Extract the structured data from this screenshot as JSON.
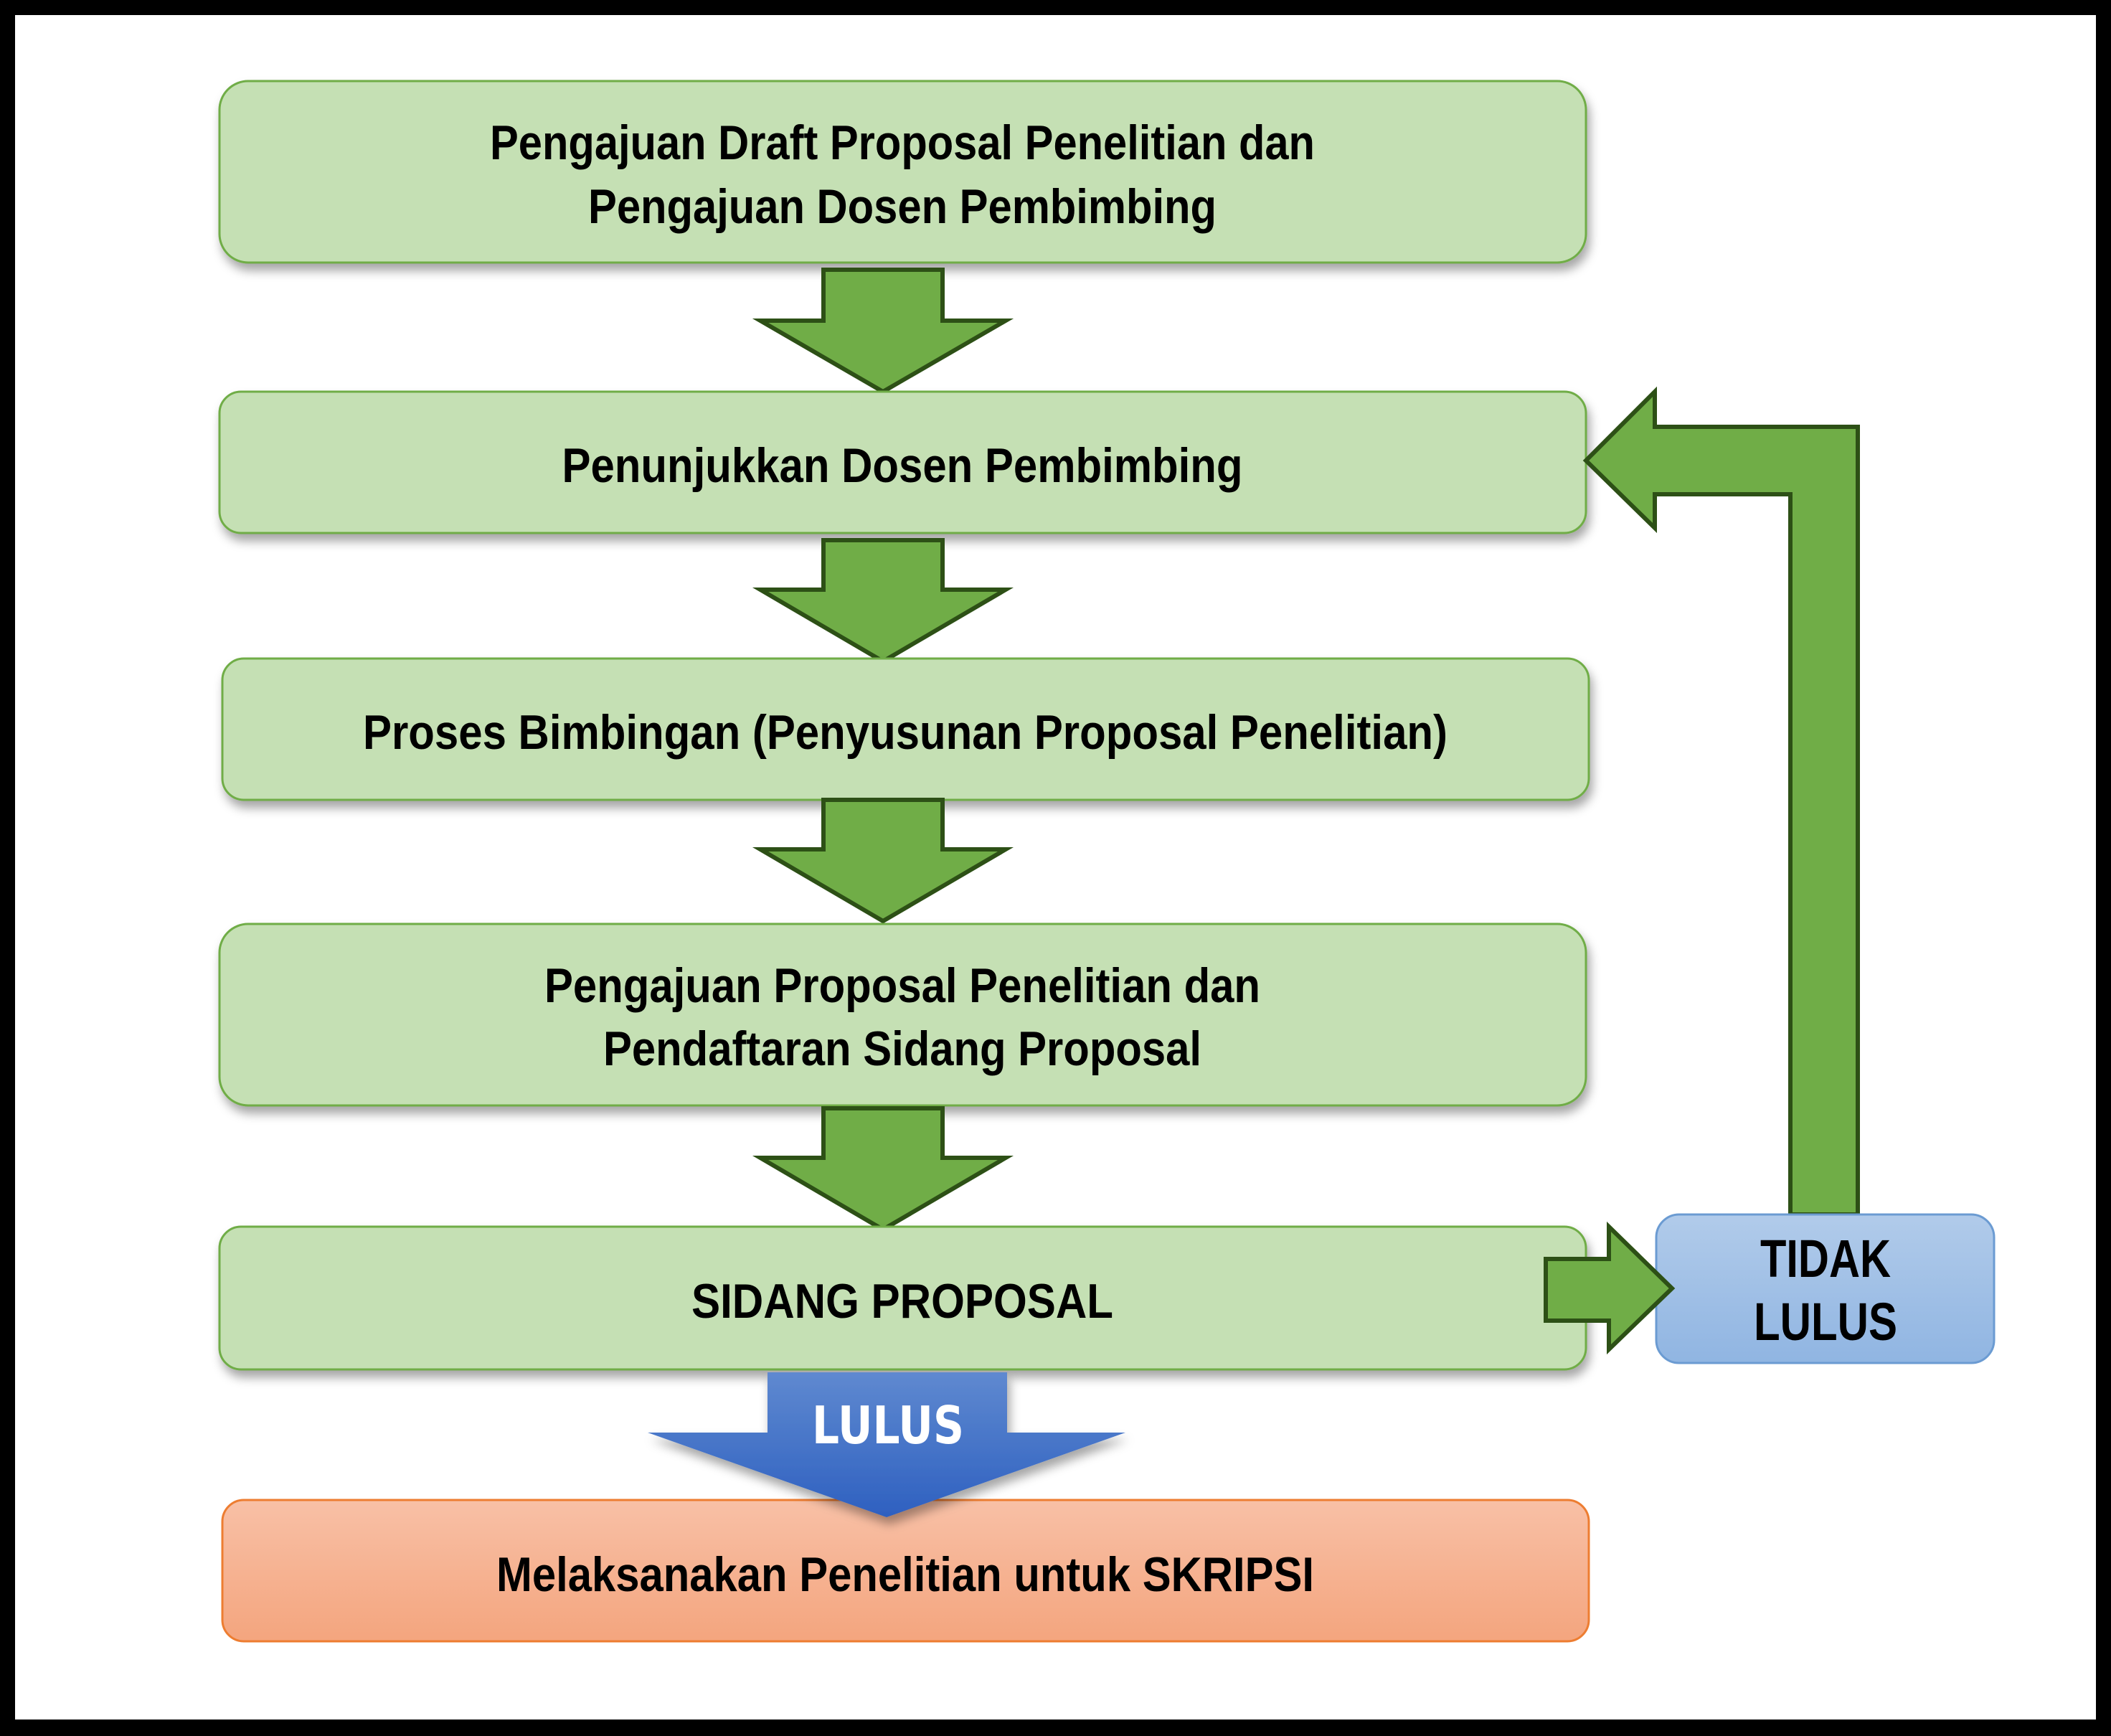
{
  "title": "Alur Pengajuan Proposal Penelitian",
  "colors": {
    "step_fill": "#c5e0b4",
    "step_stroke": "#70ad47",
    "arrow_fill": "#70ad47",
    "arrow_stroke": "#2d5016",
    "fail_fill_top": "#b1cbea",
    "fail_fill_bottom": "#90b5e2",
    "fail_stroke": "#6b9bd2",
    "pass_arrow_top": "#5f89d0",
    "pass_arrow_bottom": "#2e60c0",
    "final_fill_top": "#f8c0a6",
    "final_fill_bottom": "#f4a57e",
    "final_stroke": "#ed7d31"
  },
  "steps": [
    {
      "id": "step-1",
      "lines": [
        "Pengajuan Draft Proposal Penelitian dan",
        "Pengajuan Dosen Pembimbing"
      ]
    },
    {
      "id": "step-2",
      "lines": [
        "Penunjukkan Dosen Pembimbing"
      ]
    },
    {
      "id": "step-3",
      "lines": [
        "Proses Bimbingan (Penyusunan Proposal Penelitian)"
      ]
    },
    {
      "id": "step-4",
      "lines": [
        "Pengajuan Proposal Penelitian dan",
        "Pendaftaran Sidang Proposal"
      ]
    },
    {
      "id": "step-5",
      "lines": [
        "SIDANG PROPOSAL"
      ]
    }
  ],
  "fail_box": {
    "lines": [
      "TIDAK",
      "LULUS"
    ]
  },
  "pass_arrow": {
    "label": "LULUS"
  },
  "final_step": {
    "lines": [
      "Melaksanakan Penelitian untuk SKRIPSI"
    ]
  }
}
